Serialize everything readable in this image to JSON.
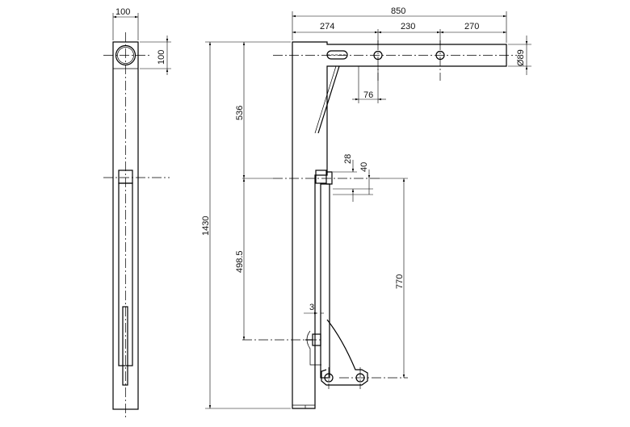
{
  "dimensions": {
    "side_width": "100",
    "side_height": "100",
    "overall_width": "850",
    "seg_274": "274",
    "seg_230": "230",
    "seg_270": "270",
    "diameter": "Ø89",
    "offset_76": "76",
    "upper_height": "536",
    "total_height": "1430",
    "lower_height": "498.5",
    "gap_28": "28",
    "gap_40": "40",
    "height_770": "770",
    "gap_3": "3"
  }
}
